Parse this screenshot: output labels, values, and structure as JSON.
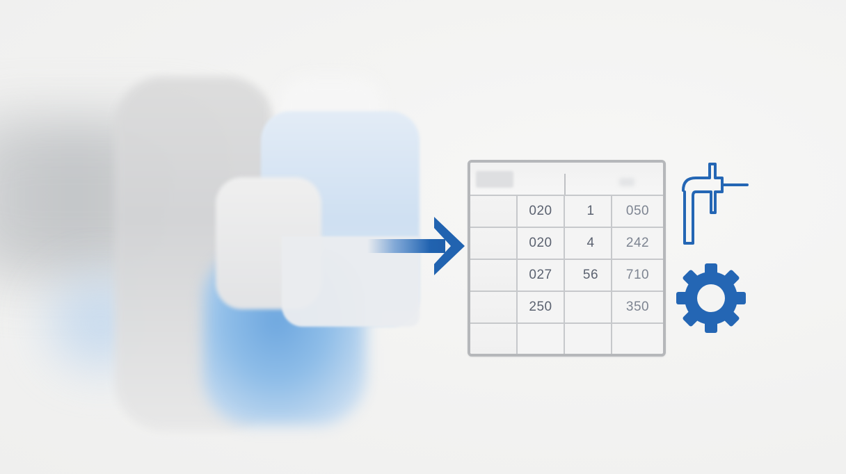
{
  "colors": {
    "background": "#f3f3f2",
    "accent_blue": "#2466b4",
    "table_border": "#b5b7ba",
    "table_text": "#5b6270"
  },
  "icons": {
    "arrow": "arrow-right-icon",
    "tool": "pipe-tool-icon",
    "gear": "gear-icon"
  },
  "table": {
    "rows": [
      [
        "",
        "020",
        "1",
        "050"
      ],
      [
        "",
        "020",
        "4",
        "242"
      ],
      [
        "",
        "027",
        "56",
        "710"
      ],
      [
        "",
        "250",
        "",
        "350"
      ],
      [
        "",
        "",
        "",
        ""
      ]
    ]
  }
}
